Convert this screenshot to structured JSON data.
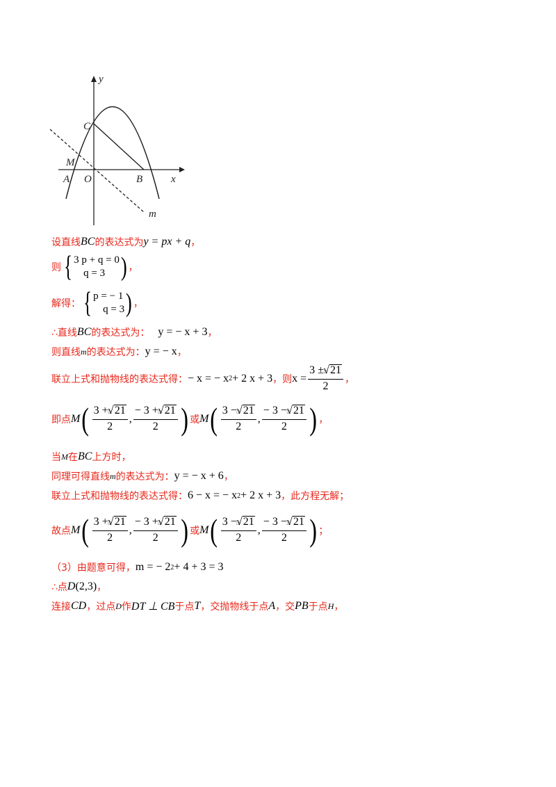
{
  "figure": {
    "labels": {
      "y": "y",
      "x": "x",
      "C": "C",
      "M": "M",
      "A": "A",
      "O": "O",
      "B": "B",
      "m": "m"
    }
  },
  "text": {
    "l1_a": "设直线",
    "l1_b": "的表达式为",
    "l2_a": "则",
    "l3_a": "解得：",
    "l4_a": "∴直线",
    "l4_b": "的表达式为：",
    "l5_a": "则直线",
    "l5_b": "的表达式为：",
    "l6_a": "联立上式和抛物线的表达式得：",
    "l6_b": "，则",
    "l7_a": "即点",
    "or": "或",
    "l8_a": "当",
    "l8_b": "在",
    "l8_c": "上方时，",
    "l9_a": "同理可得直线",
    "l9_b": "的表达式为：",
    "l10_a": "联立上式和抛物线的表达式得：",
    "l10_b": "，此方程无解；",
    "l11_a": "故点",
    "l12_a": "（3）由题意可得，",
    "l13_a": "∴点",
    "l14_a": "连接",
    "l14_b": "，过点",
    "l14_c": "作",
    "l14_d": "于点",
    "l14_e": "，交抛物线于点",
    "l14_f": "，交",
    "l14_g": "于点",
    "comma": "，",
    "semicolon": "；"
  },
  "math": {
    "BC": "BC",
    "bc_expr": "y = px + q",
    "sys1_a": "3 p + q = 0",
    "sys1_b": "q = 3",
    "sys2_a": "p = − 1",
    "sys2_b": "q = 3",
    "bc_line": "y = − x + 3",
    "m_var": "m",
    "m_line": "y = − x",
    "eq1_left": "− x = − x",
    "eq1_right": " + 2 x + 3",
    "sq": "2",
    "x_eq": "x =",
    "three_pm": "3 ±",
    "three_plus": "3 +",
    "three_minus": "3 −",
    "neg_three_plus": "− 3 +",
    "neg_three_minus": "− 3 −",
    "root_idx": "□",
    "root_val": "21",
    "two": "2",
    "M": "M",
    "comma_m": ",",
    "m_line2": "y = − x + 6",
    "eq2_left": "6 − x = − x",
    "eq2_right": " + 2 x + 3",
    "m_eq": "m = − 2",
    "m_eq_rest": " + 4 + 3 = 3",
    "D_pt": "D",
    "D_coord": "(2,3)",
    "CD": "CD",
    "D": "D",
    "DT": "DT ⊥ CB",
    "T": "T",
    "A": "A",
    "PB": "PB",
    "H": "H"
  }
}
